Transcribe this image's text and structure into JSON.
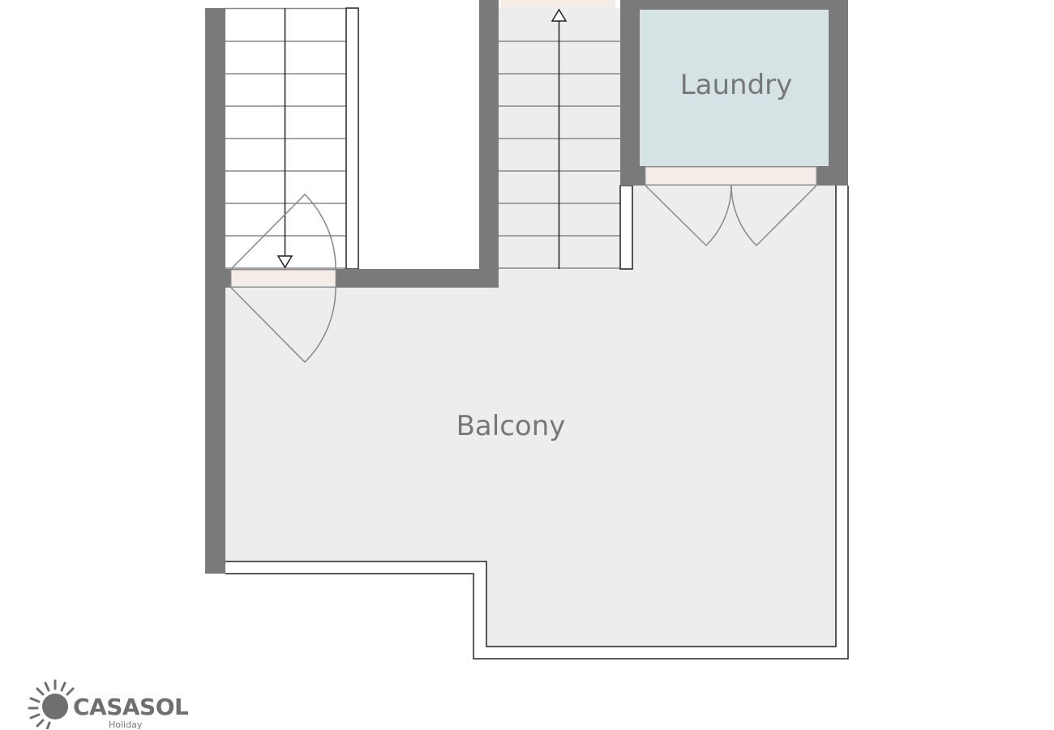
{
  "floorplan": {
    "rooms": [
      {
        "id": "balcony",
        "label": "Balcony"
      },
      {
        "id": "laundry",
        "label": "Laundry"
      }
    ],
    "colors": {
      "wall": "#7a7a7a",
      "floor": "#ededed",
      "laundry_floor": "#d6e3e4",
      "door_threshold": "#f3ece7",
      "outline": "#222222",
      "stair_line": "#888888",
      "door_swing": "#888888",
      "label": "#777777"
    },
    "stairs": [
      {
        "id": "stairs-down-left",
        "direction": "down",
        "steps": 8
      },
      {
        "id": "stairs-up-center",
        "direction": "up",
        "steps": 8
      }
    ],
    "doors": [
      {
        "id": "door-stairs-to-balcony",
        "type": "double-swing"
      },
      {
        "id": "door-laundry",
        "type": "double-leaf"
      }
    ]
  },
  "logo": {
    "brand": "CASASOL",
    "tagline": "Holiday"
  }
}
